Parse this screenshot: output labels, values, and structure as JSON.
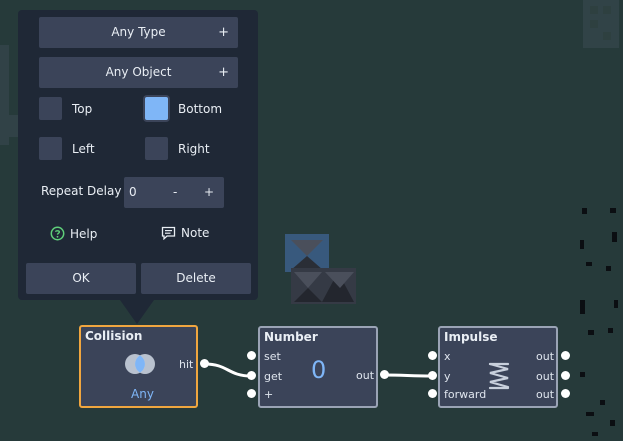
{
  "popup": {
    "type_dropdown": "Any Type",
    "object_dropdown": "Any Object",
    "plus_glyph": "+",
    "checkboxes": {
      "top": {
        "label": "Top",
        "checked": false
      },
      "bottom": {
        "label": "Bottom",
        "checked": true
      },
      "left": {
        "label": "Left",
        "checked": false
      },
      "right": {
        "label": "Right",
        "checked": false
      }
    },
    "repeat_delay": {
      "label": "Repeat Delay",
      "value": "0",
      "minus": "-",
      "plus": "+"
    },
    "help_label": "Help",
    "note_label": "Note",
    "ok_label": "OK",
    "delete_label": "Delete"
  },
  "nodes": {
    "collision": {
      "title": "Collision",
      "output": "hit",
      "filter": "Any"
    },
    "number": {
      "title": "Number",
      "inputs": [
        "set",
        "get",
        "+"
      ],
      "value": "0",
      "output": "out"
    },
    "impulse": {
      "title": "Impulse",
      "inputs": [
        "x",
        "y",
        "forward"
      ],
      "outputs": [
        "out",
        "out",
        "out"
      ]
    }
  },
  "colors": {
    "background": "#263a3a",
    "panel": "#1f2836",
    "control": "#3b4459",
    "accent_blue": "#7fb6f7",
    "selected_orange": "#f0a63f",
    "node_border": "#9aa3b5"
  }
}
